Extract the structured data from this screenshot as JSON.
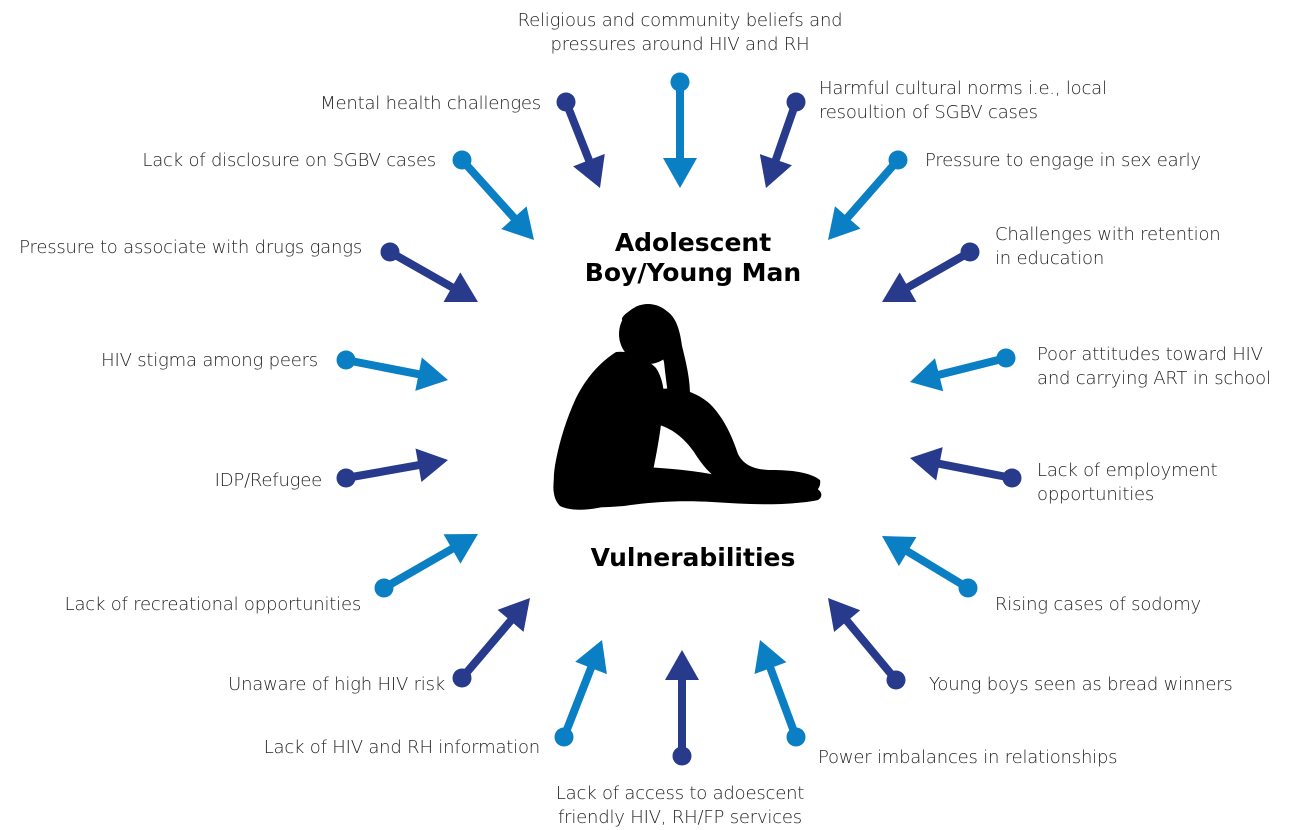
{
  "title": {
    "top_line1": "Adolescent",
    "top_line2": "Boy/Young Man",
    "bottom": "Vulnerabilities"
  },
  "colors": {
    "dark_blue": "#283a8c",
    "light_blue": "#0a7fc4",
    "text": "#231f20",
    "figure": "#000000"
  },
  "icons": {
    "figure": "sitting-boy-silhouette-icon"
  },
  "factors": [
    {
      "id": "religious-beliefs",
      "lines": [
        "Religious and community beliefs and",
        "pressures around HIV and RH"
      ],
      "color": "light_blue"
    },
    {
      "id": "harmful-norms",
      "lines": [
        "Harmful cultural norms i.e., local",
        "resoultion of SGBV cases"
      ],
      "color": "dark_blue"
    },
    {
      "id": "early-sex",
      "lines": [
        "Pressure to engage in sex early"
      ],
      "color": "light_blue"
    },
    {
      "id": "education-retention",
      "lines": [
        "Challenges with retention",
        "in education"
      ],
      "color": "dark_blue"
    },
    {
      "id": "hiv-attitudes-school",
      "lines": [
        "Poor attitudes toward HIV",
        "and carrying ART in school"
      ],
      "color": "light_blue"
    },
    {
      "id": "employment",
      "lines": [
        "Lack of employment",
        "opportunities"
      ],
      "color": "dark_blue"
    },
    {
      "id": "sodomy",
      "lines": [
        "Rising cases of sodomy"
      ],
      "color": "light_blue"
    },
    {
      "id": "bread-winners",
      "lines": [
        "Young boys seen as bread winners"
      ],
      "color": "dark_blue"
    },
    {
      "id": "power-imbalances",
      "lines": [
        "Power imbalances in relationships"
      ],
      "color": "light_blue"
    },
    {
      "id": "service-access",
      "lines": [
        "Lack of access to adoescent",
        "friendly HIV, RH/FP services"
      ],
      "color": "dark_blue"
    },
    {
      "id": "hiv-rh-information",
      "lines": [
        "Lack of HIV and RH information"
      ],
      "color": "light_blue"
    },
    {
      "id": "hiv-risk-awareness",
      "lines": [
        "Unaware of high HIV risk"
      ],
      "color": "dark_blue"
    },
    {
      "id": "recreational",
      "lines": [
        "Lack of recreational opportunities"
      ],
      "color": "light_blue"
    },
    {
      "id": "idp-refugee",
      "lines": [
        "IDP/Refugee"
      ],
      "color": "dark_blue"
    },
    {
      "id": "hiv-stigma",
      "lines": [
        "HIV stigma among peers"
      ],
      "color": "light_blue"
    },
    {
      "id": "drug-gangs",
      "lines": [
        "Pressure to associate with drugs gangs"
      ],
      "color": "dark_blue"
    },
    {
      "id": "sgbv-disclosure",
      "lines": [
        "Lack of disclosure on SGBV cases"
      ],
      "color": "light_blue"
    },
    {
      "id": "mental-health",
      "lines": [
        "Mental health challenges"
      ],
      "color": "dark_blue"
    }
  ]
}
